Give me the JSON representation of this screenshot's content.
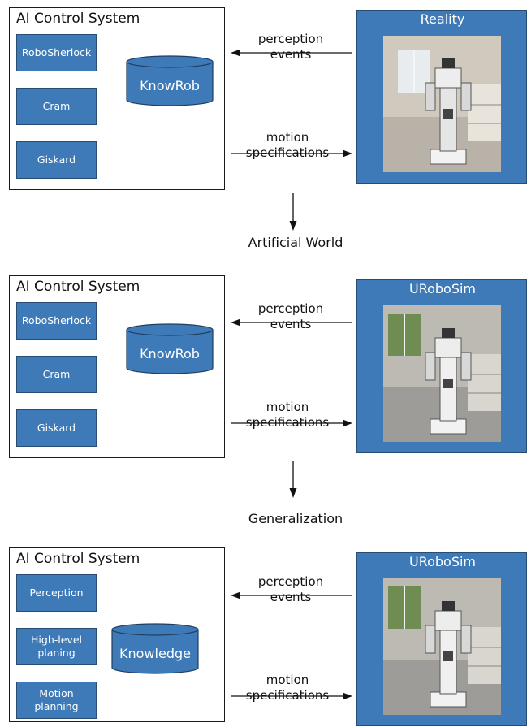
{
  "panels": [
    {
      "control": {
        "title": "AI Control System",
        "modules": [
          "RoboSherlock",
          "Cram",
          "Giskard"
        ],
        "knowledge": "KnowRob"
      },
      "world": {
        "title": "Reality",
        "image": "real-robot-in-kitchen-photo"
      },
      "perception": [
        "perception",
        "events"
      ],
      "motion": [
        "motion",
        "specifications"
      ]
    },
    {
      "control": {
        "title": "AI Control System",
        "modules": [
          "RoboSherlock",
          "Cram",
          "Giskard"
        ],
        "knowledge": "KnowRob"
      },
      "world": {
        "title": "URoboSim",
        "image": "simulated-robot-in-kitchen-render"
      },
      "perception": [
        "perception",
        "events"
      ],
      "motion": [
        "motion",
        "specifications"
      ]
    },
    {
      "control": {
        "title": "AI Control System",
        "modules": [
          "Perception",
          "High-level\nplaning",
          "Motion\nplanning"
        ],
        "knowledge": "Knowledge"
      },
      "world": {
        "title": "URoboSim",
        "image": "simulated-robot-in-kitchen-render"
      },
      "perception": [
        "perception",
        "events"
      ],
      "motion": [
        "motion",
        "specifications"
      ]
    }
  ],
  "steps": [
    "Artificial World",
    "Generalization"
  ],
  "colors": {
    "module_fill": "#3e7ab7",
    "module_border": "#274d73",
    "text": "#111111",
    "background": "#ffffff"
  }
}
